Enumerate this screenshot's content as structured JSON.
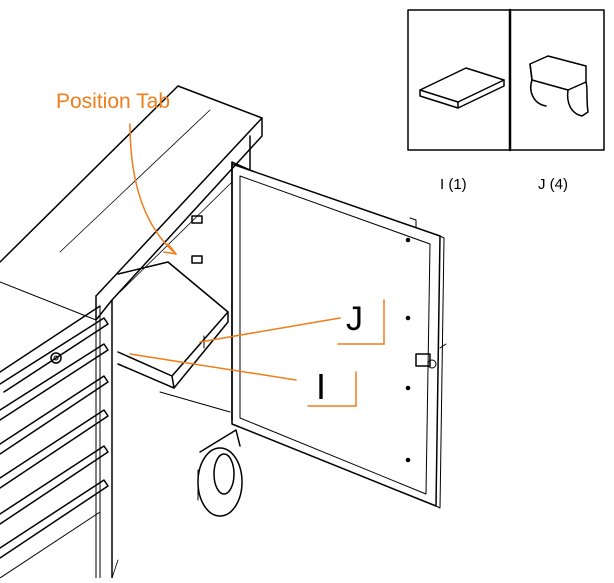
{
  "callouts": {
    "position_tab": "Position Tab",
    "letter_j": "J",
    "letter_i": "I"
  },
  "parts_legend": {
    "part_i": "I (1)",
    "part_j": "J (4)"
  },
  "colors": {
    "callout_orange": "#f07d1a",
    "line_black": "#000000"
  }
}
